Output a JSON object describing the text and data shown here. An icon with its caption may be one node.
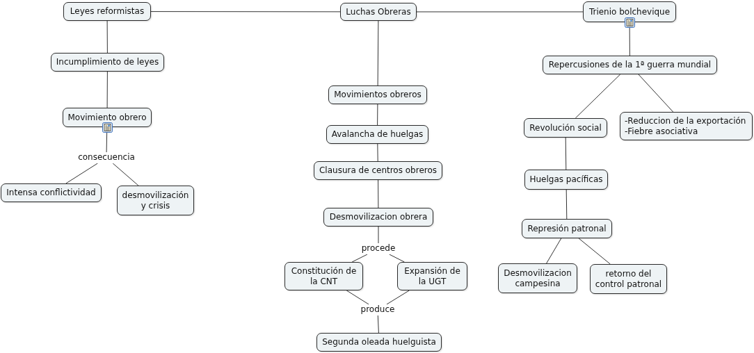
{
  "diagram": {
    "nodes": [
      {
        "text": [
          "Luchas Obreras"
        ]
      },
      {
        "text": [
          "Leyes reformistas"
        ]
      },
      {
        "text": [
          "Trienio bolchevique"
        ]
      },
      {
        "text": [
          "Incumplimiento de leyes"
        ]
      },
      {
        "text": [
          "Movimiento obrero"
        ]
      },
      {
        "text": [
          "consecuencia"
        ]
      },
      {
        "text": [
          "Intensa conflictividad"
        ]
      },
      {
        "text": [
          "desmovilización y crisis"
        ]
      },
      {
        "text": [
          "Movimientos obreros"
        ]
      },
      {
        "text": [
          "Avalancha de huelgas"
        ]
      },
      {
        "text": [
          "Clausura de centros obreros"
        ]
      },
      {
        "text": [
          "Desmovilizacion obrera"
        ]
      },
      {
        "text": [
          "procede"
        ]
      },
      {
        "text": [
          "Constitución de la CNT"
        ]
      },
      {
        "text": [
          "Expansión de la UGT"
        ]
      },
      {
        "text": [
          "produce"
        ]
      },
      {
        "text": [
          "Segunda oleada huelguista"
        ]
      },
      {
        "text": [
          "Repercusiones de la 1ª guerra mundial"
        ]
      },
      {
        "text": [
          "Revolución social"
        ]
      },
      {
        "text": [
          "-Reduccion de la exportación",
          "-Fiebre asociativa"
        ]
      },
      {
        "text": [
          "Huelgas pacíficas"
        ]
      },
      {
        "text": [
          "Represión patronal"
        ]
      },
      {
        "text": [
          "Desmovilizacion campesina"
        ]
      },
      {
        "text": [
          "retorno del control patronal"
        ]
      }
    ],
    "edges": [
      {
        "from": 0,
        "to": 1,
        "arrow": "none"
      },
      {
        "from": 0,
        "to": 2,
        "arrow": "none"
      },
      {
        "from": 1,
        "to": 3,
        "arrow": "none"
      },
      {
        "from": 3,
        "to": 4,
        "arrow": "none"
      },
      {
        "from": 4,
        "to": 5,
        "arrow": "none"
      },
      {
        "from": 5,
        "to": 6,
        "arrow": "none"
      },
      {
        "from": 5,
        "to": 7,
        "arrow": "none"
      },
      {
        "from": 0,
        "to": 8,
        "arrow": "none"
      },
      {
        "from": 8,
        "to": 9,
        "arrow": "none"
      },
      {
        "from": 9,
        "to": 10,
        "arrow": "none"
      },
      {
        "from": 10,
        "to": 11,
        "arrow": "none"
      },
      {
        "from": 11,
        "to": 12,
        "arrow": "none"
      },
      {
        "from": 12,
        "to": 13,
        "arrow": "none"
      },
      {
        "from": 12,
        "to": 14,
        "arrow": "none"
      },
      {
        "from": 13,
        "to": 15,
        "arrow": "none"
      },
      {
        "from": 14,
        "to": 15,
        "arrow": "none"
      },
      {
        "from": 15,
        "to": 16,
        "arrow": "none"
      },
      {
        "from": 2,
        "to": 17,
        "arrow": "none"
      },
      {
        "from": 17,
        "to": 18,
        "arrow": "none"
      },
      {
        "from": 17,
        "to": 19,
        "arrow": "none"
      },
      {
        "from": 18,
        "to": 20,
        "arrow": "none"
      },
      {
        "from": 20,
        "to": 21,
        "arrow": "none"
      },
      {
        "from": 21,
        "to": 22,
        "arrow": "none"
      },
      {
        "from": 21,
        "to": 23,
        "arrow": "none"
      }
    ]
  }
}
